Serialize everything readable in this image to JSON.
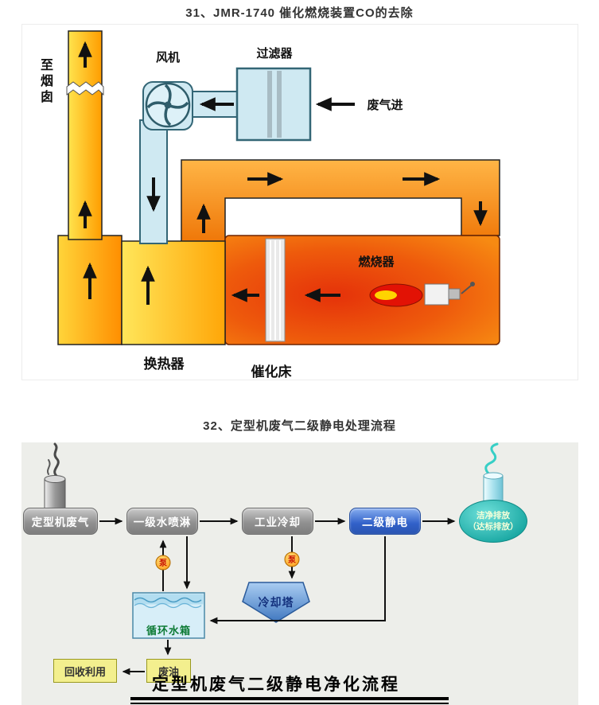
{
  "page": {
    "background": "#ffffff"
  },
  "section1": {
    "title": "31、JMR-1740 催化燃烧装置CO的去除",
    "labels": {
      "chimney": "至烟囱",
      "fan": "风机",
      "filter": "过滤器",
      "gas_in": "废气进",
      "burner": "燃烧器",
      "heat_exchanger": "换热器",
      "catalyst_bed": "催化床"
    },
    "colors": {
      "duct_yellow": "#ffe34d",
      "duct_orange": "#ee7304",
      "chamber_red": "#e5320a",
      "equipment_blue": "#cfe9f2"
    }
  },
  "section2": {
    "title": "32、定型机废气二级静电处理流程",
    "nodes": {
      "source": "定型机废气",
      "spray": "一级水喷淋",
      "cooling": "工业冷却",
      "electrostatic": "二级静电",
      "outlet_line1": "洁净排放",
      "outlet_line2": "（达标排放）",
      "cooling_tower": "冷却塔",
      "water_tank": "循环水箱",
      "recycle": "回收利用",
      "waste_oil": "废油",
      "pump": "泵"
    },
    "caption": "定型机废气二级静电净化流程",
    "colors": {
      "box_gray": "#9b9b9b",
      "box_blue": "#3160c8",
      "outlet_teal": "#18a7a2",
      "tank_blue": "#d7eef8",
      "note_yellow": "#f3ef8e"
    }
  }
}
